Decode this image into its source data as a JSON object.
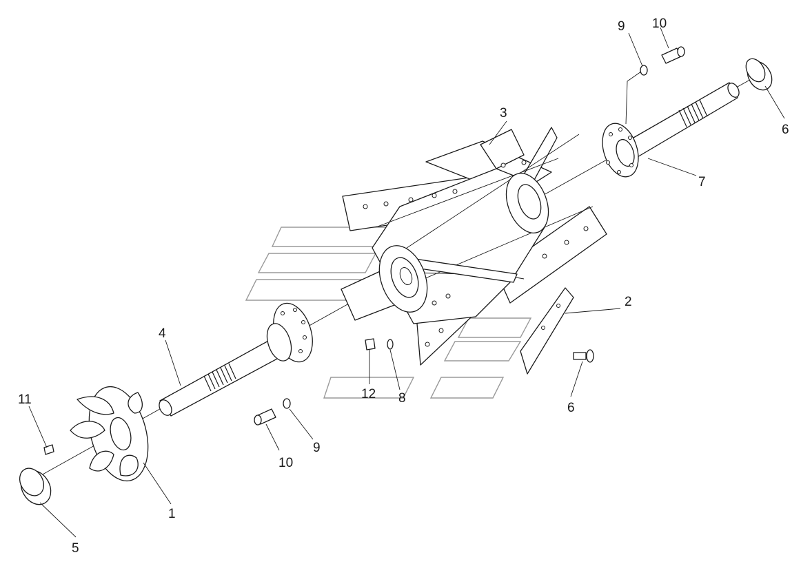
{
  "callouts": [
    {
      "id": "c1",
      "label": "1"
    },
    {
      "id": "c2",
      "label": "2"
    },
    {
      "id": "c3",
      "label": "3"
    },
    {
      "id": "c4",
      "label": "4"
    },
    {
      "id": "c5",
      "label": "5"
    },
    {
      "id": "c6a",
      "label": "6"
    },
    {
      "id": "c6b",
      "label": "6"
    },
    {
      "id": "c7",
      "label": "7"
    },
    {
      "id": "c8",
      "label": "8"
    },
    {
      "id": "c9a",
      "label": "9"
    },
    {
      "id": "c9b",
      "label": "9"
    },
    {
      "id": "c10a",
      "label": "10"
    },
    {
      "id": "c10b",
      "label": "10"
    },
    {
      "id": "c11",
      "label": "11"
    },
    {
      "id": "c12",
      "label": "12"
    }
  ]
}
